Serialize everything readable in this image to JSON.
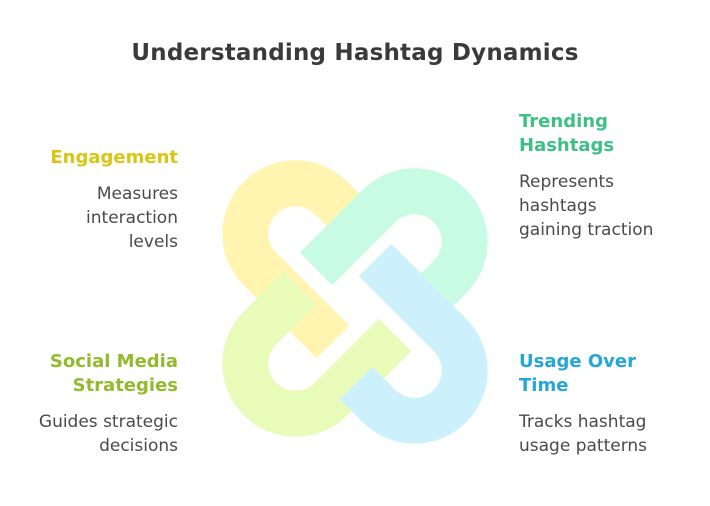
{
  "title": "Understanding Hashtag Dynamics",
  "colors": {
    "engagement": "#d8c613",
    "trending": "#3dbf86",
    "social": "#93ba2f",
    "usage": "#26a6d6",
    "link_yellow": "#fff4b0",
    "link_mint": "#c7fbe3",
    "link_lime": "#e8fbb8",
    "link_sky": "#cdf1fc"
  },
  "items": {
    "engagement": {
      "heading": "Engagement",
      "lines": [
        "Measures",
        "interaction",
        "levels"
      ]
    },
    "trending": {
      "heading_lines": [
        "Trending",
        "Hashtags"
      ],
      "lines": [
        "Represents",
        "hashtags",
        "gaining traction"
      ]
    },
    "social": {
      "heading_lines": [
        "Social Media",
        "Strategies"
      ],
      "lines": [
        "Guides strategic",
        "decisions"
      ]
    },
    "usage": {
      "heading_lines": [
        "Usage Over",
        "Time"
      ],
      "lines": [
        "Tracks hashtag",
        "usage patterns"
      ]
    }
  }
}
